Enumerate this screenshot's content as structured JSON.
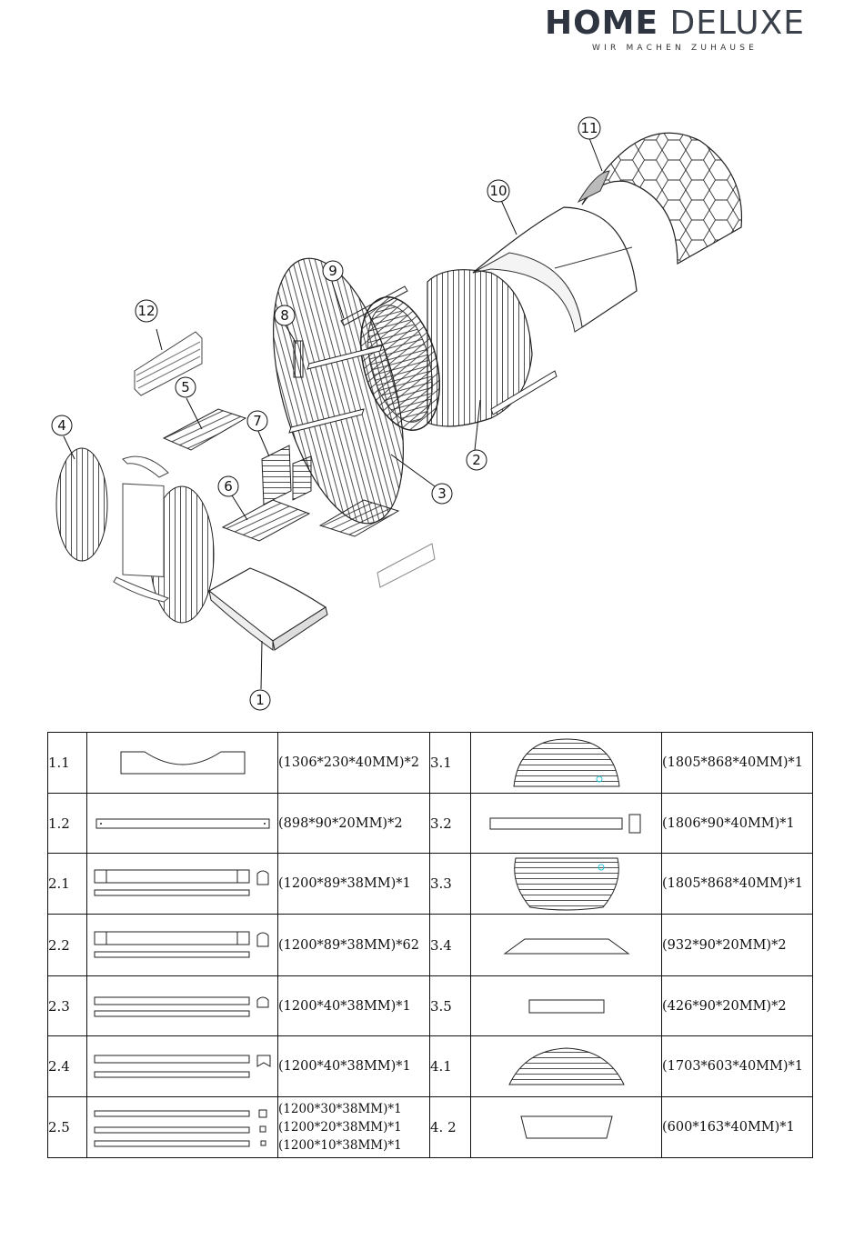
{
  "brand": {
    "name_bold": "HOME",
    "name_light": "DELUXE",
    "tagline": "WIR MACHEN ZUHAUSE"
  },
  "diagram": {
    "callouts": [
      "1",
      "2",
      "3",
      "4",
      "5",
      "6",
      "7",
      "8",
      "9",
      "10",
      "11",
      "12"
    ]
  },
  "parts": {
    "rows": [
      {
        "left_id": "1.1",
        "left_dim": "(1306*230*40MM)*2",
        "right_id": "3.1",
        "right_dim": "(1805*868*40MM)*1"
      },
      {
        "left_id": "1.2",
        "left_dim": "(898*90*20MM)*2",
        "right_id": "3.2",
        "right_dim": "(1806*90*40MM)*1"
      },
      {
        "left_id": "2.1",
        "left_dim": "(1200*89*38MM)*1",
        "right_id": "3.3",
        "right_dim": "(1805*868*40MM)*1"
      },
      {
        "left_id": "2.2",
        "left_dim": "(1200*89*38MM)*62",
        "right_id": "3.4",
        "right_dim": "(932*90*20MM)*2"
      },
      {
        "left_id": "2.3",
        "left_dim": "(1200*40*38MM)*1",
        "right_id": "3.5",
        "right_dim": "(426*90*20MM)*2"
      },
      {
        "left_id": "2.4",
        "left_dim": "(1200*40*38MM)*1",
        "right_id": "4.1",
        "right_dim": "(1703*603*40MM)*1"
      },
      {
        "left_id": "2.5",
        "left_dim_lines": [
          "(1200*30*38MM)*1",
          "(1200*20*38MM)*1",
          "(1200*10*38MM)*1"
        ],
        "right_id": "4. 2",
        "right_dim": "(600*163*40MM)*1"
      }
    ]
  }
}
